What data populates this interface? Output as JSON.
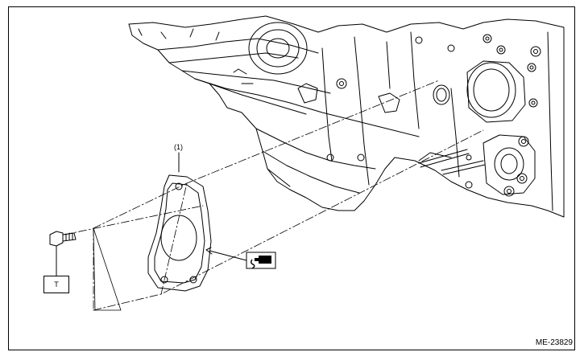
{
  "callouts": {
    "gasket": "(1)",
    "torque": "T"
  },
  "figure_id": "ME-23829",
  "icons": {
    "sealant": "liquid-gasket-icon"
  },
  "colors": {
    "line": "#000000",
    "background": "#ffffff"
  }
}
